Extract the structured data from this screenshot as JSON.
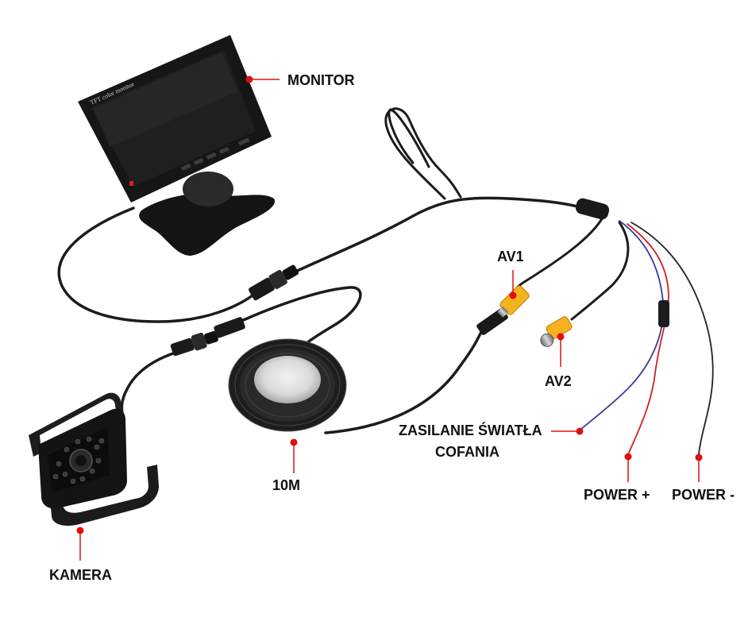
{
  "labels": {
    "monitor": "MONITOR",
    "av1": "AV1",
    "av2": "AV2",
    "zasilanie_line1": "ZASILANIE ŚWIATŁA",
    "zasilanie_line2": "COFANIA",
    "cable_length": "10M",
    "power_plus": "POWER +",
    "power_minus": "POWER -",
    "kamera": "KAMERA"
  },
  "monitor_screen_text": "TFT color monitor",
  "colors": {
    "marker": "#e01010",
    "device_body": "#1a1a1a",
    "cable": "#1c1c1c",
    "rca_yellow": "#f5b21e",
    "wire_red": "#d41f1f",
    "wire_blue": "#3a3d9a"
  }
}
